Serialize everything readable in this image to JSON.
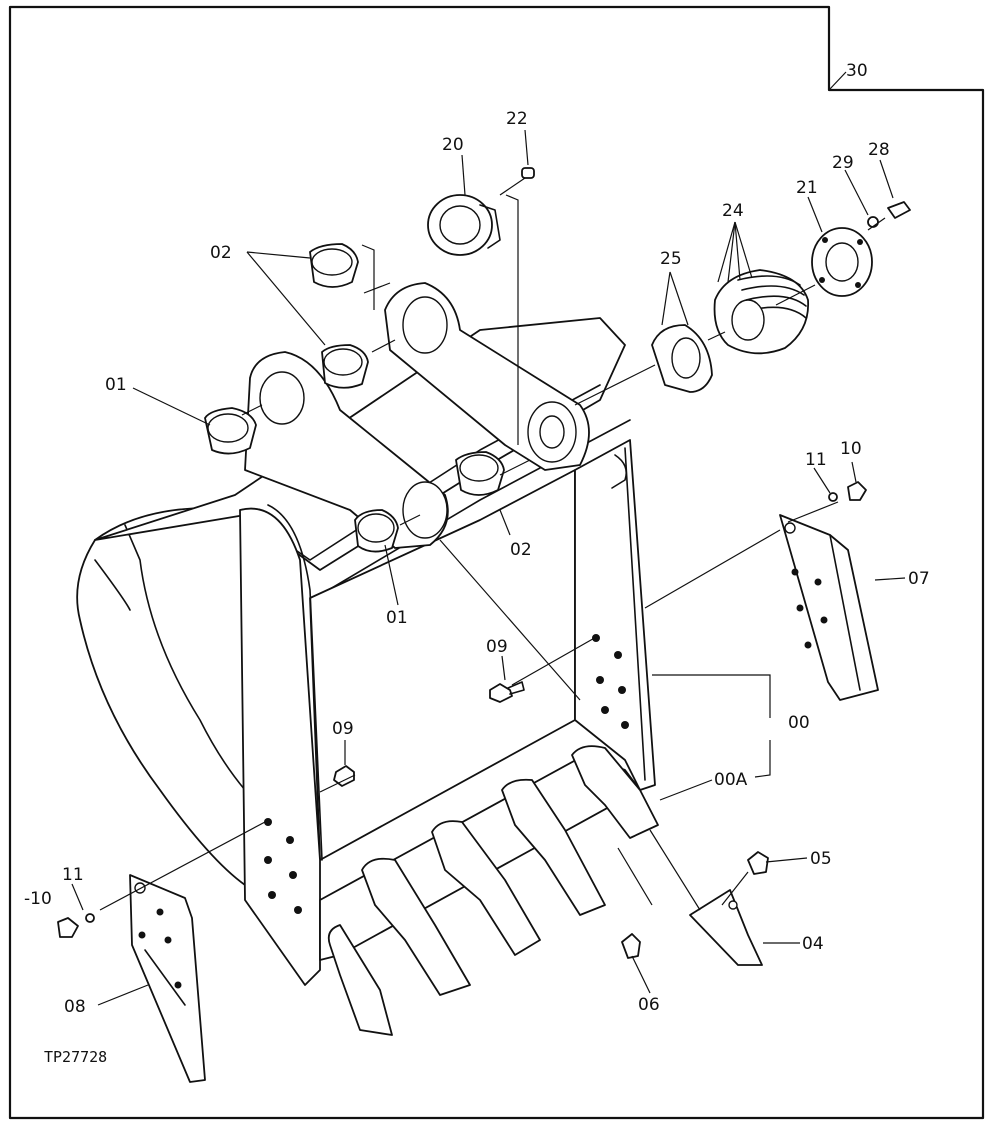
{
  "drawing_code": "TP27728",
  "callouts": {
    "c00": "00",
    "c00a": "00A",
    "c01a": "01",
    "c01b": "01",
    "c02a": "02",
    "c02b": "02",
    "c04": "04",
    "c05": "05",
    "c06": "06",
    "c07": "07",
    "c08": "08",
    "c09a": "09",
    "c09b": "09",
    "c10a": "10",
    "c10b": "-10",
    "c11a": "11",
    "c11b": "11",
    "c20": "20",
    "c21": "21",
    "c22": "22",
    "c24": "24",
    "c25": "25",
    "c28": "28",
    "c29": "29",
    "c30": "30"
  }
}
